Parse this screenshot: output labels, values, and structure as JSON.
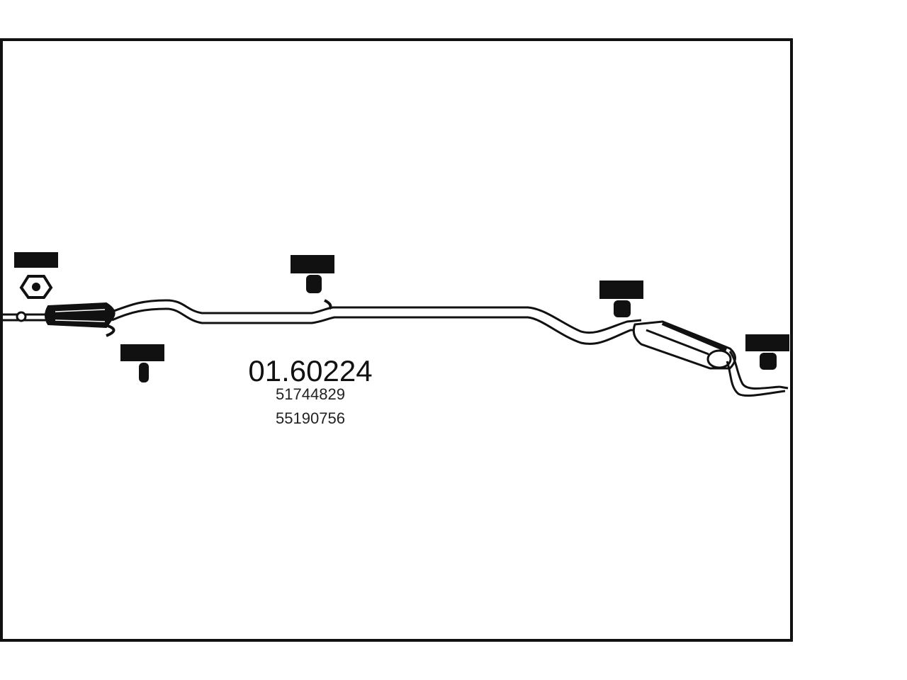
{
  "diagram": {
    "part_number": "01.60224",
    "oem_numbers": [
      "51744829",
      "55190756"
    ],
    "colors": {
      "line": "#111111",
      "background": "#ffffff"
    },
    "components": [
      "front-pipe",
      "middle-pipe",
      "rear-silencer",
      "tail-pipe"
    ],
    "fittings": [
      {
        "id": "fitting-1",
        "kind": "gasket"
      },
      {
        "id": "fitting-2",
        "kind": "rubber-mount"
      },
      {
        "id": "fitting-3",
        "kind": "rubber-mount"
      },
      {
        "id": "fitting-4",
        "kind": "rubber-mount"
      },
      {
        "id": "fitting-5",
        "kind": "rubber-mount"
      }
    ]
  }
}
